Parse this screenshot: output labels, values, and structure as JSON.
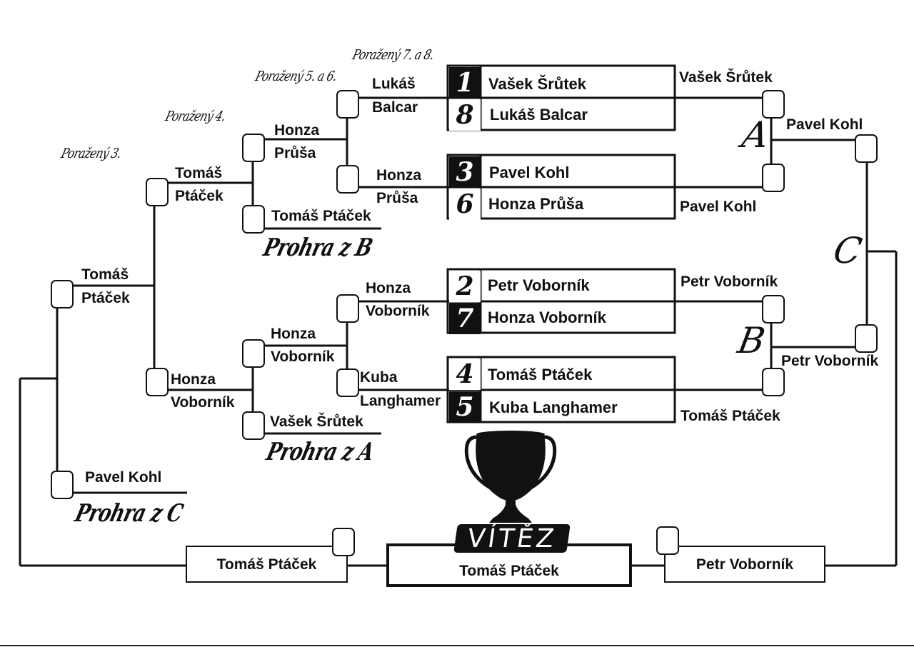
{
  "headings": {
    "losers_7_8": "Poražený 7. a 8.",
    "losers_5_6": "Poražený 5. a 6.",
    "losers_4": "Poražený 4.",
    "losers_3": "Poražený 3.",
    "loss_b": "Prohra z B",
    "loss_a": "Prohra z A",
    "loss_c": "Prohra z C"
  },
  "groups": {
    "a": "A",
    "b": "B",
    "c": "C"
  },
  "first_round": {
    "matches": [
      {
        "top": {
          "seed": "1",
          "name": "Vašek Šrůtek",
          "seed_dark": true
        },
        "bottom": {
          "seed": "8",
          "name": "Lukáš Balcar",
          "seed_dark": false
        }
      },
      {
        "top": {
          "seed": "3",
          "name": "Pavel Kohl",
          "seed_dark": true
        },
        "bottom": {
          "seed": "6",
          "name": "Honza Průša",
          "seed_dark": false
        }
      },
      {
        "top": {
          "seed": "2",
          "name": "Petr Voborník",
          "seed_dark": false
        },
        "bottom": {
          "seed": "7",
          "name": "Honza Voborník",
          "seed_dark": true
        }
      },
      {
        "top": {
          "seed": "4",
          "name": "Tomáš Ptáček",
          "seed_dark": false
        },
        "bottom": {
          "seed": "5",
          "name": "Kuba Langhamer",
          "seed_dark": true
        }
      }
    ]
  },
  "winners_bracket": {
    "semifinal_a": {
      "top": "Vašek Šrůtek",
      "bottom": "Pavel Kohl",
      "winner": "Pavel Kohl"
    },
    "semifinal_b": {
      "top": "Petr Voborník",
      "bottom": "Tomáš Ptáček",
      "winner": "Petr Voborník"
    }
  },
  "losers_bracket": {
    "r1_top": {
      "line1": "Lukáš",
      "line2": "Balcar"
    },
    "r1_top2": {
      "line1": "Honza",
      "line2": "Průša"
    },
    "r1_bottom": {
      "line1": "Honza",
      "line2": "Voborník"
    },
    "r1_bottom2": {
      "line1": "Kuba",
      "line2": "Langhamer"
    },
    "r2_top": {
      "line1": "Honza",
      "line2": "Průša"
    },
    "r2_top_drop": "Tomáš Ptáček",
    "r2_bottom": {
      "line1": "Honza",
      "line2": "Voborník"
    },
    "r2_bottom_drop": "Vašek Šrůtek",
    "r3_top": {
      "line1": "Tomáš",
      "line2": "Ptáček"
    },
    "r3_bottom": {
      "line1": "Honza",
      "line2": "Voborník"
    },
    "r4": {
      "line1": "Tomáš",
      "line2": "Ptáček"
    },
    "r4_drop": "Pavel Kohl"
  },
  "final": {
    "left_finalist": "Tomáš Ptáček",
    "right_finalist": "Petr Voborník",
    "winner_label": "VÍTĚZ",
    "winner": "Tomáš Ptáček"
  }
}
